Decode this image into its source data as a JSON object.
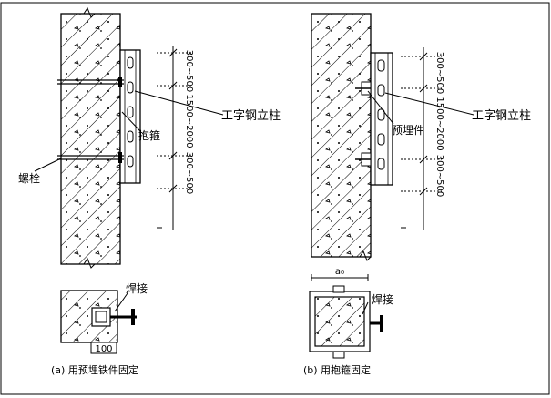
{
  "diagram_a": {
    "label_column": "工字钢立柱",
    "label_hoop": "抱箍",
    "label_bolt": "螺栓",
    "dim_top": "300~500",
    "dim_mid": "1500~2000",
    "dim_bot": "300~500",
    "detail_label": "焊接",
    "detail_dim": "100",
    "caption": "(a) 用预埋铁件固定"
  },
  "diagram_b": {
    "label_column": "工字钢立柱",
    "label_embed": "预埋件",
    "dim_top": "300~500",
    "dim_mid": "1500~2000",
    "dim_bot": "300~500",
    "detail_label": "焊接",
    "detail_dim": "a₀",
    "caption": "(b) 用抱箍固定"
  }
}
